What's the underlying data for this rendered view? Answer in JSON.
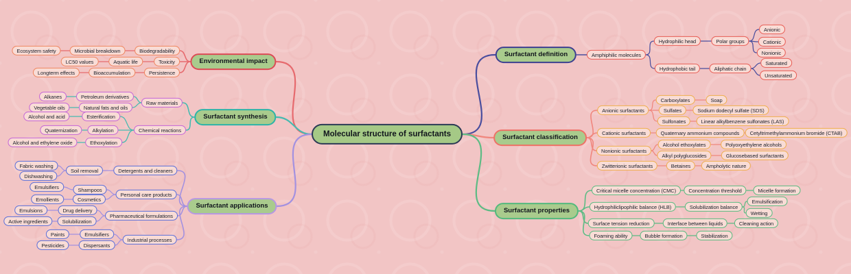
{
  "center": "Molecular structure of surfactants",
  "palette": {
    "background": "#f2c5c5",
    "center_fill": "#a5c986",
    "center_border": "#2b3a55",
    "main_fill": "#a9cb8d",
    "child_fill": "#f9dcd6",
    "text": "#20242e",
    "branch": {
      "definition": {
        "line": "#4a4e9e",
        "main": "#3c3f90",
        "child": "#e85d55"
      },
      "classification": {
        "line": "#f0867d",
        "main": "#ee7166",
        "child": "#efae4e"
      },
      "properties": {
        "line": "#5dbb84",
        "main": "#53b97d",
        "child": "#5aba80"
      },
      "environmental": {
        "line": "#e66a6e",
        "main": "#dc4a55",
        "child": "#ef8660"
      },
      "synthesis": {
        "line": "#45bab0",
        "main": "#2cb4a8",
        "child": "#c566d6"
      },
      "applications": {
        "line": "#a391e0",
        "main": "#b697e3",
        "child": "#5b6fd9"
      }
    }
  },
  "branches": {
    "definition": {
      "label": "Surfactant definition",
      "nodes": [
        "Amphiphilic molecules",
        "Hydrophilic head",
        "Polar groups",
        "Anionic",
        "Cationic",
        "Nonionic",
        "Hydrophobic tail",
        "Aliphatic chain",
        "Saturated",
        "Unsaturated"
      ]
    },
    "classification": {
      "label": "Surfactant classification",
      "nodes": [
        "Anionic surfactants",
        "Carboxylates",
        "Soap",
        "Sulfates",
        "Sodium dodecyl sulfate (SDS)",
        "Sulfonates",
        "Linear alkylbenzene sulfonates (LAS)",
        "Cationic surfactants",
        "Quaternary ammonium compounds",
        "Cetyltrimethylammonium bromide (CTAB)",
        "Nonionic surfactants",
        "Alcohol ethoxylates",
        "Polyoxyethylene alcohols",
        "Alkyl polyglucosides",
        "Glucosebased surfactants",
        "Zwitterionic surfactants",
        "Betaines",
        "Ampholytic nature"
      ]
    },
    "properties": {
      "label": "Surfactant properties",
      "nodes": [
        "Critical micelle concentration (CMC)",
        "Concentration threshold",
        "Micelle formation",
        "Hydrophiliclipophilic balance (HLB)",
        "Solubilization balance",
        "Emulsification",
        "Wetting",
        "Surface tension reduction",
        "Interface between liquids",
        "Cleaning action",
        "Foaming ability",
        "Bubble formation",
        "Stabilization"
      ]
    },
    "environmental": {
      "label": "Environmental impact",
      "nodes": [
        "Biodegradability",
        "Microbial breakdown",
        "Ecosystem safety",
        "Toxicity",
        "Aquatic life",
        "LC50 values",
        "Persistence",
        "Bioaccumulation",
        "Longterm effects"
      ]
    },
    "synthesis": {
      "label": "Surfactant synthesis",
      "nodes": [
        "Raw materials",
        "Petroleum derivatives",
        "Alkanes",
        "Natural fats and oils",
        "Vegetable oils",
        "Chemical reactions",
        "Esterification",
        "Alcohol and acid",
        "Alkylation",
        "Quaternization",
        "Ethoxylation",
        "Alcohol and ethylene oxide"
      ]
    },
    "applications": {
      "label": "Surfactant applications",
      "nodes": [
        "Detergents and cleaners",
        "Soil removal",
        "Fabric washing",
        "Dishwashing",
        "Personal care products",
        "Shampoos",
        "Emulsifiers",
        "Cosmetics",
        "Emollients",
        "Pharmaceutical formulations",
        "Drug delivery",
        "Emulsions",
        "Solubilization",
        "Active ingredients",
        "Industrial processes",
        "Emulsifiers",
        "Paints",
        "Dispersants",
        "Pesticides"
      ]
    }
  }
}
